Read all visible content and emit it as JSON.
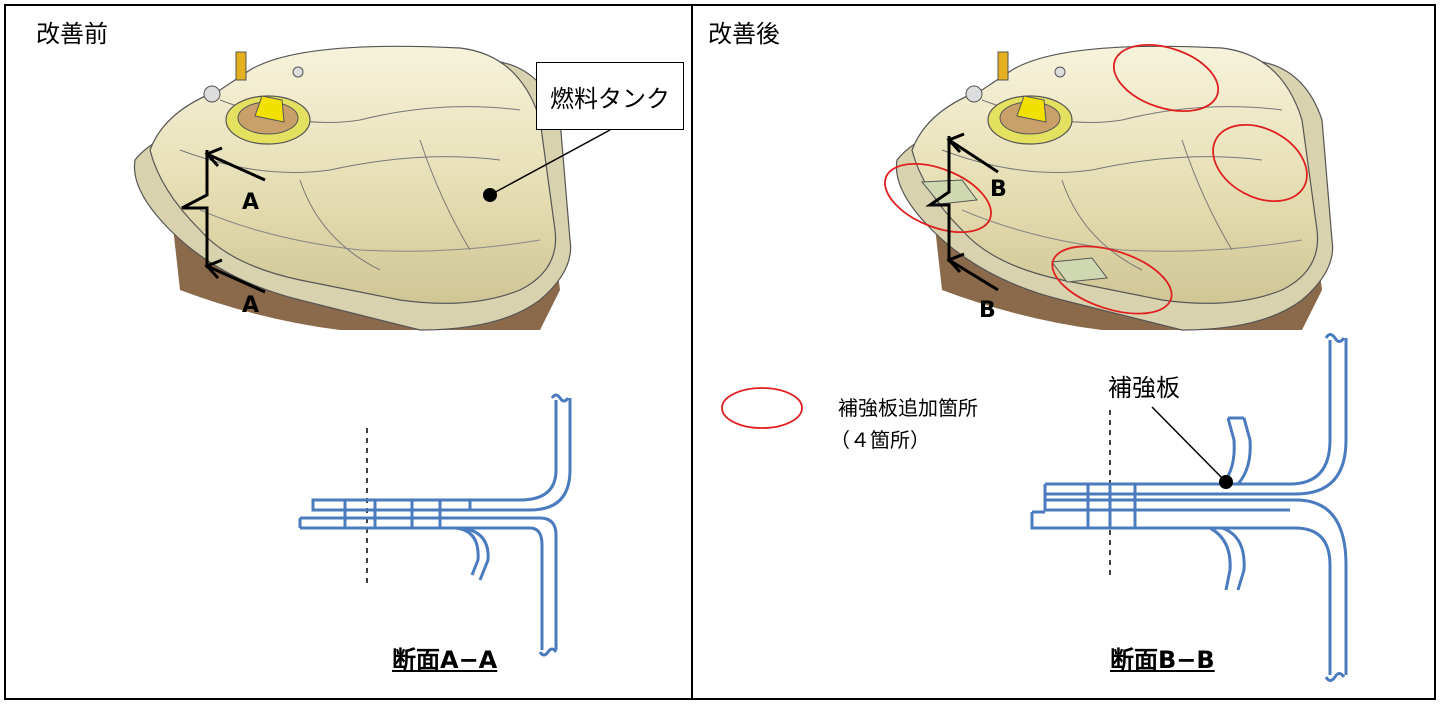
{
  "before": {
    "title": "改善前",
    "callout": "燃料タンク",
    "section_mark": "A",
    "caption": "断面A−A"
  },
  "after": {
    "title": "改善後",
    "section_mark": "B",
    "reinforcement_label": "補強板",
    "caption": "断面B−B",
    "legend": {
      "line1": "補強板追加箇所",
      "line2": "（４箇所）"
    }
  },
  "colors": {
    "tank_body": "#ece7c4",
    "tank_shadow": "#8a6a4a",
    "section_lines": "#4a7bbf",
    "highlight": "#e02020",
    "cap": "#f2e000"
  }
}
